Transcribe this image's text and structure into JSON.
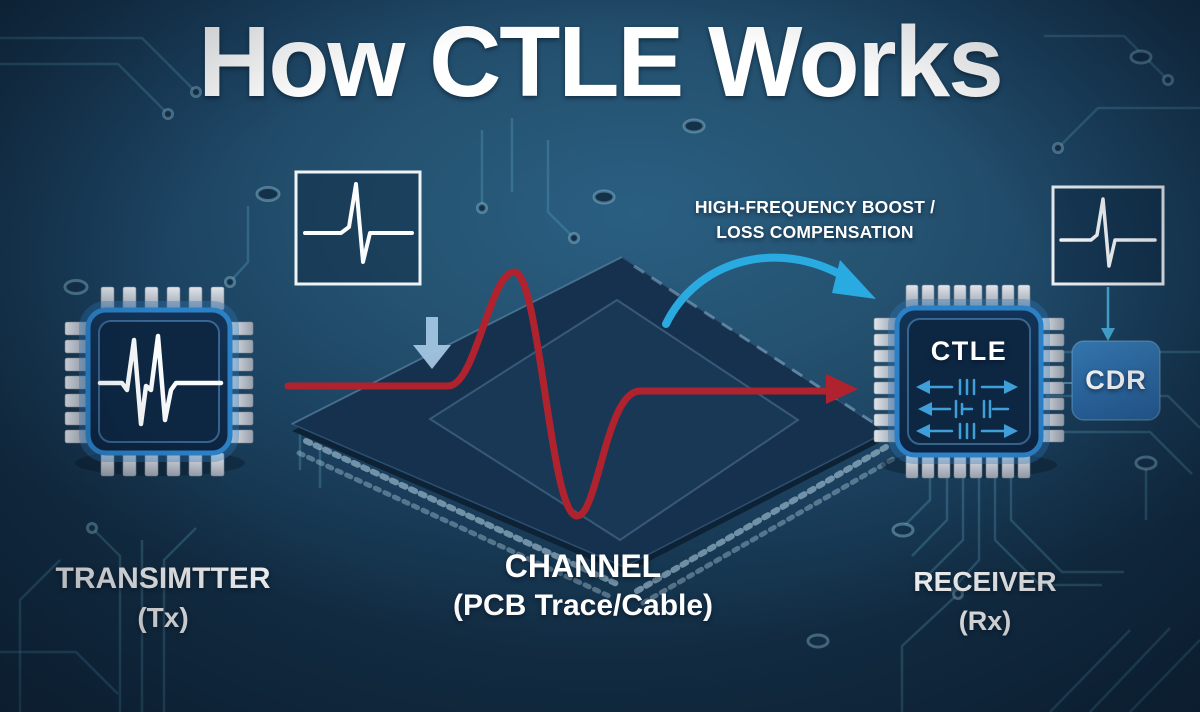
{
  "title": "How CTLE Works",
  "annotation": {
    "line1": "HIGH-FREQUENCY BOOST /",
    "line2": "LOSS COMPENSATION"
  },
  "transmitter": {
    "label_line1": "TRANSIMTTER",
    "label_line2": "(Tx)"
  },
  "channel": {
    "label_line1": "CHANNEL",
    "label_line2": "(PCB Trace/Cable)"
  },
  "receiver": {
    "label_line1": "RECEIVER",
    "label_line2": "(Rx)",
    "block_label": "CTLE"
  },
  "cdr": {
    "label": "CDR"
  },
  "icons": {
    "tx_chip_waveform": "double-pulse-waveform",
    "reference_waveform": "single-pulse-waveform",
    "distorted_signal": "red-distorted-signal-arrow",
    "boost_arrow": "curved-cyan-arrow",
    "attenuation_arrow": "blue-down-arrow",
    "equalizer_symbols": "ctle-filter-symbols"
  },
  "colors": {
    "background_mid": "#24516f",
    "background_edge": "#132e45",
    "chip_border": "#2b80c6",
    "chip_fill": "#0d2743",
    "pin": "#c9ced6",
    "signal_red": "#b0232e",
    "boost_arrow_cyan": "#29abe2",
    "down_arrow_blue": "#a3c6e2",
    "equalizer_blue": "#3f9fd8",
    "cdr_fill": "#2e6ea8",
    "text": "#ffffff"
  }
}
